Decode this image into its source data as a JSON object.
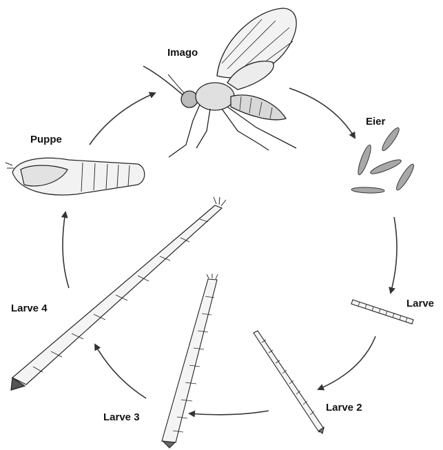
{
  "stages": {
    "imago": "Imago",
    "eier": "Eier",
    "larve1": "Larve",
    "larve2": "Larve 2",
    "larve3": "Larve 3",
    "larve4": "Larve 4",
    "puppe": "Puppe"
  },
  "colors": {
    "ink": "#222222",
    "egg_fill": "#a8a8a8",
    "segment_fill": "#f4f4f4",
    "arrow": "#333333"
  }
}
